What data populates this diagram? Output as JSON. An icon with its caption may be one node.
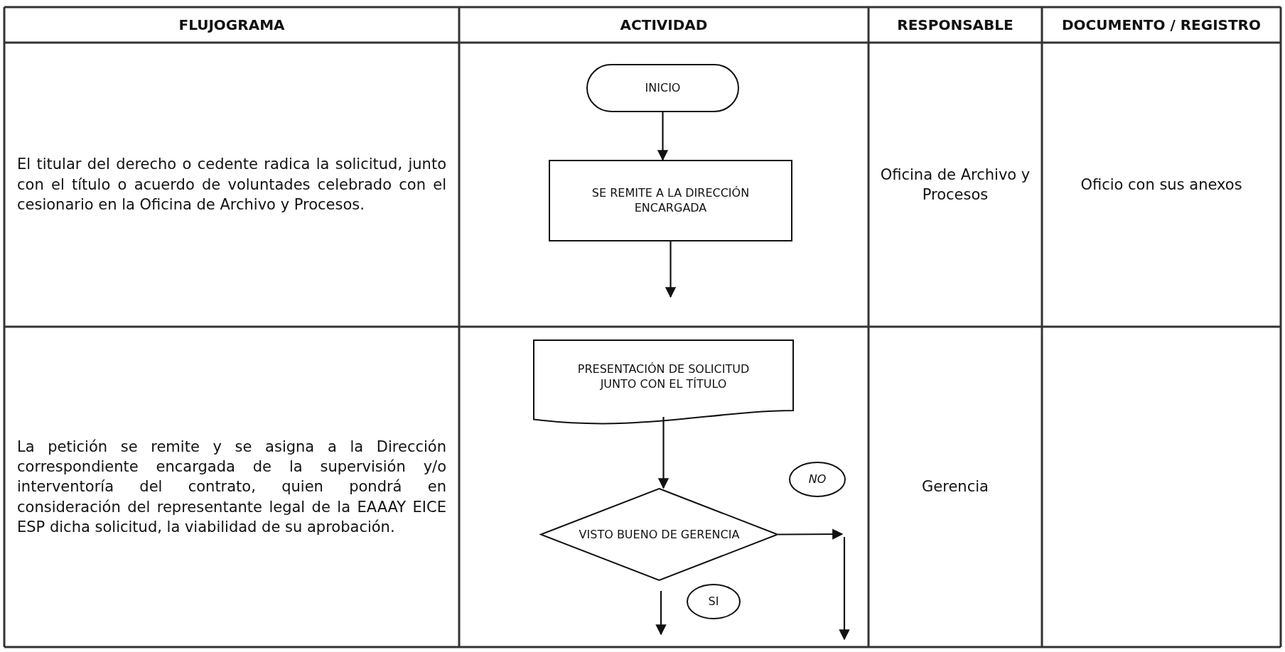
{
  "diagram": {
    "nodes": [
      {
        "text": [
          "INICIO"
        ]
      },
      {
        "text": [
          "SE REMITE A LA DIRECCIÓN ENCARGADA"
        ]
      },
      {
        "text": [
          "PRESENTACIÓN DE SOLICITUD JUNTO CON EL TÍTULO"
        ]
      },
      {
        "text": [
          "VISTO BUENO DE GERENCIA"
        ]
      },
      {
        "text": [
          "NO"
        ]
      },
      {
        "text": [
          "SI"
        ]
      }
    ],
    "edges": [
      {
        "from": 0,
        "to": 1,
        "arrow": "to"
      },
      {
        "from": 1,
        "to": null,
        "arrow": "to"
      },
      {
        "from": 2,
        "to": 3,
        "arrow": "to"
      },
      {
        "from": 3,
        "to": null,
        "arrow": "to"
      },
      {
        "from": 3,
        "to": null,
        "arrow": "to"
      }
    ],
    "labels": [
      "FLUJOGRAMA",
      "ACTIVIDAD",
      "RESPONSABLE",
      "DOCUMENTO / REGISTRO",
      "El titular del derecho o cedente radica la solicitud, junto con el título o acuerdo de voluntades celebrado con el cesionario  en la Oficina de Archivo y Procesos.",
      "Oficina de Archivo y Procesos",
      "Oficio con sus anexos",
      "La petición se remite y se asigna a la Dirección correspondiente encargada de la supervisión y/o interventoría del contrato, quien pondrá en consideración del representante legal de la EAAAY EICE ESP dicha solicitud, la viabilidad de su aprobación.",
      "Gerencia"
    ]
  }
}
